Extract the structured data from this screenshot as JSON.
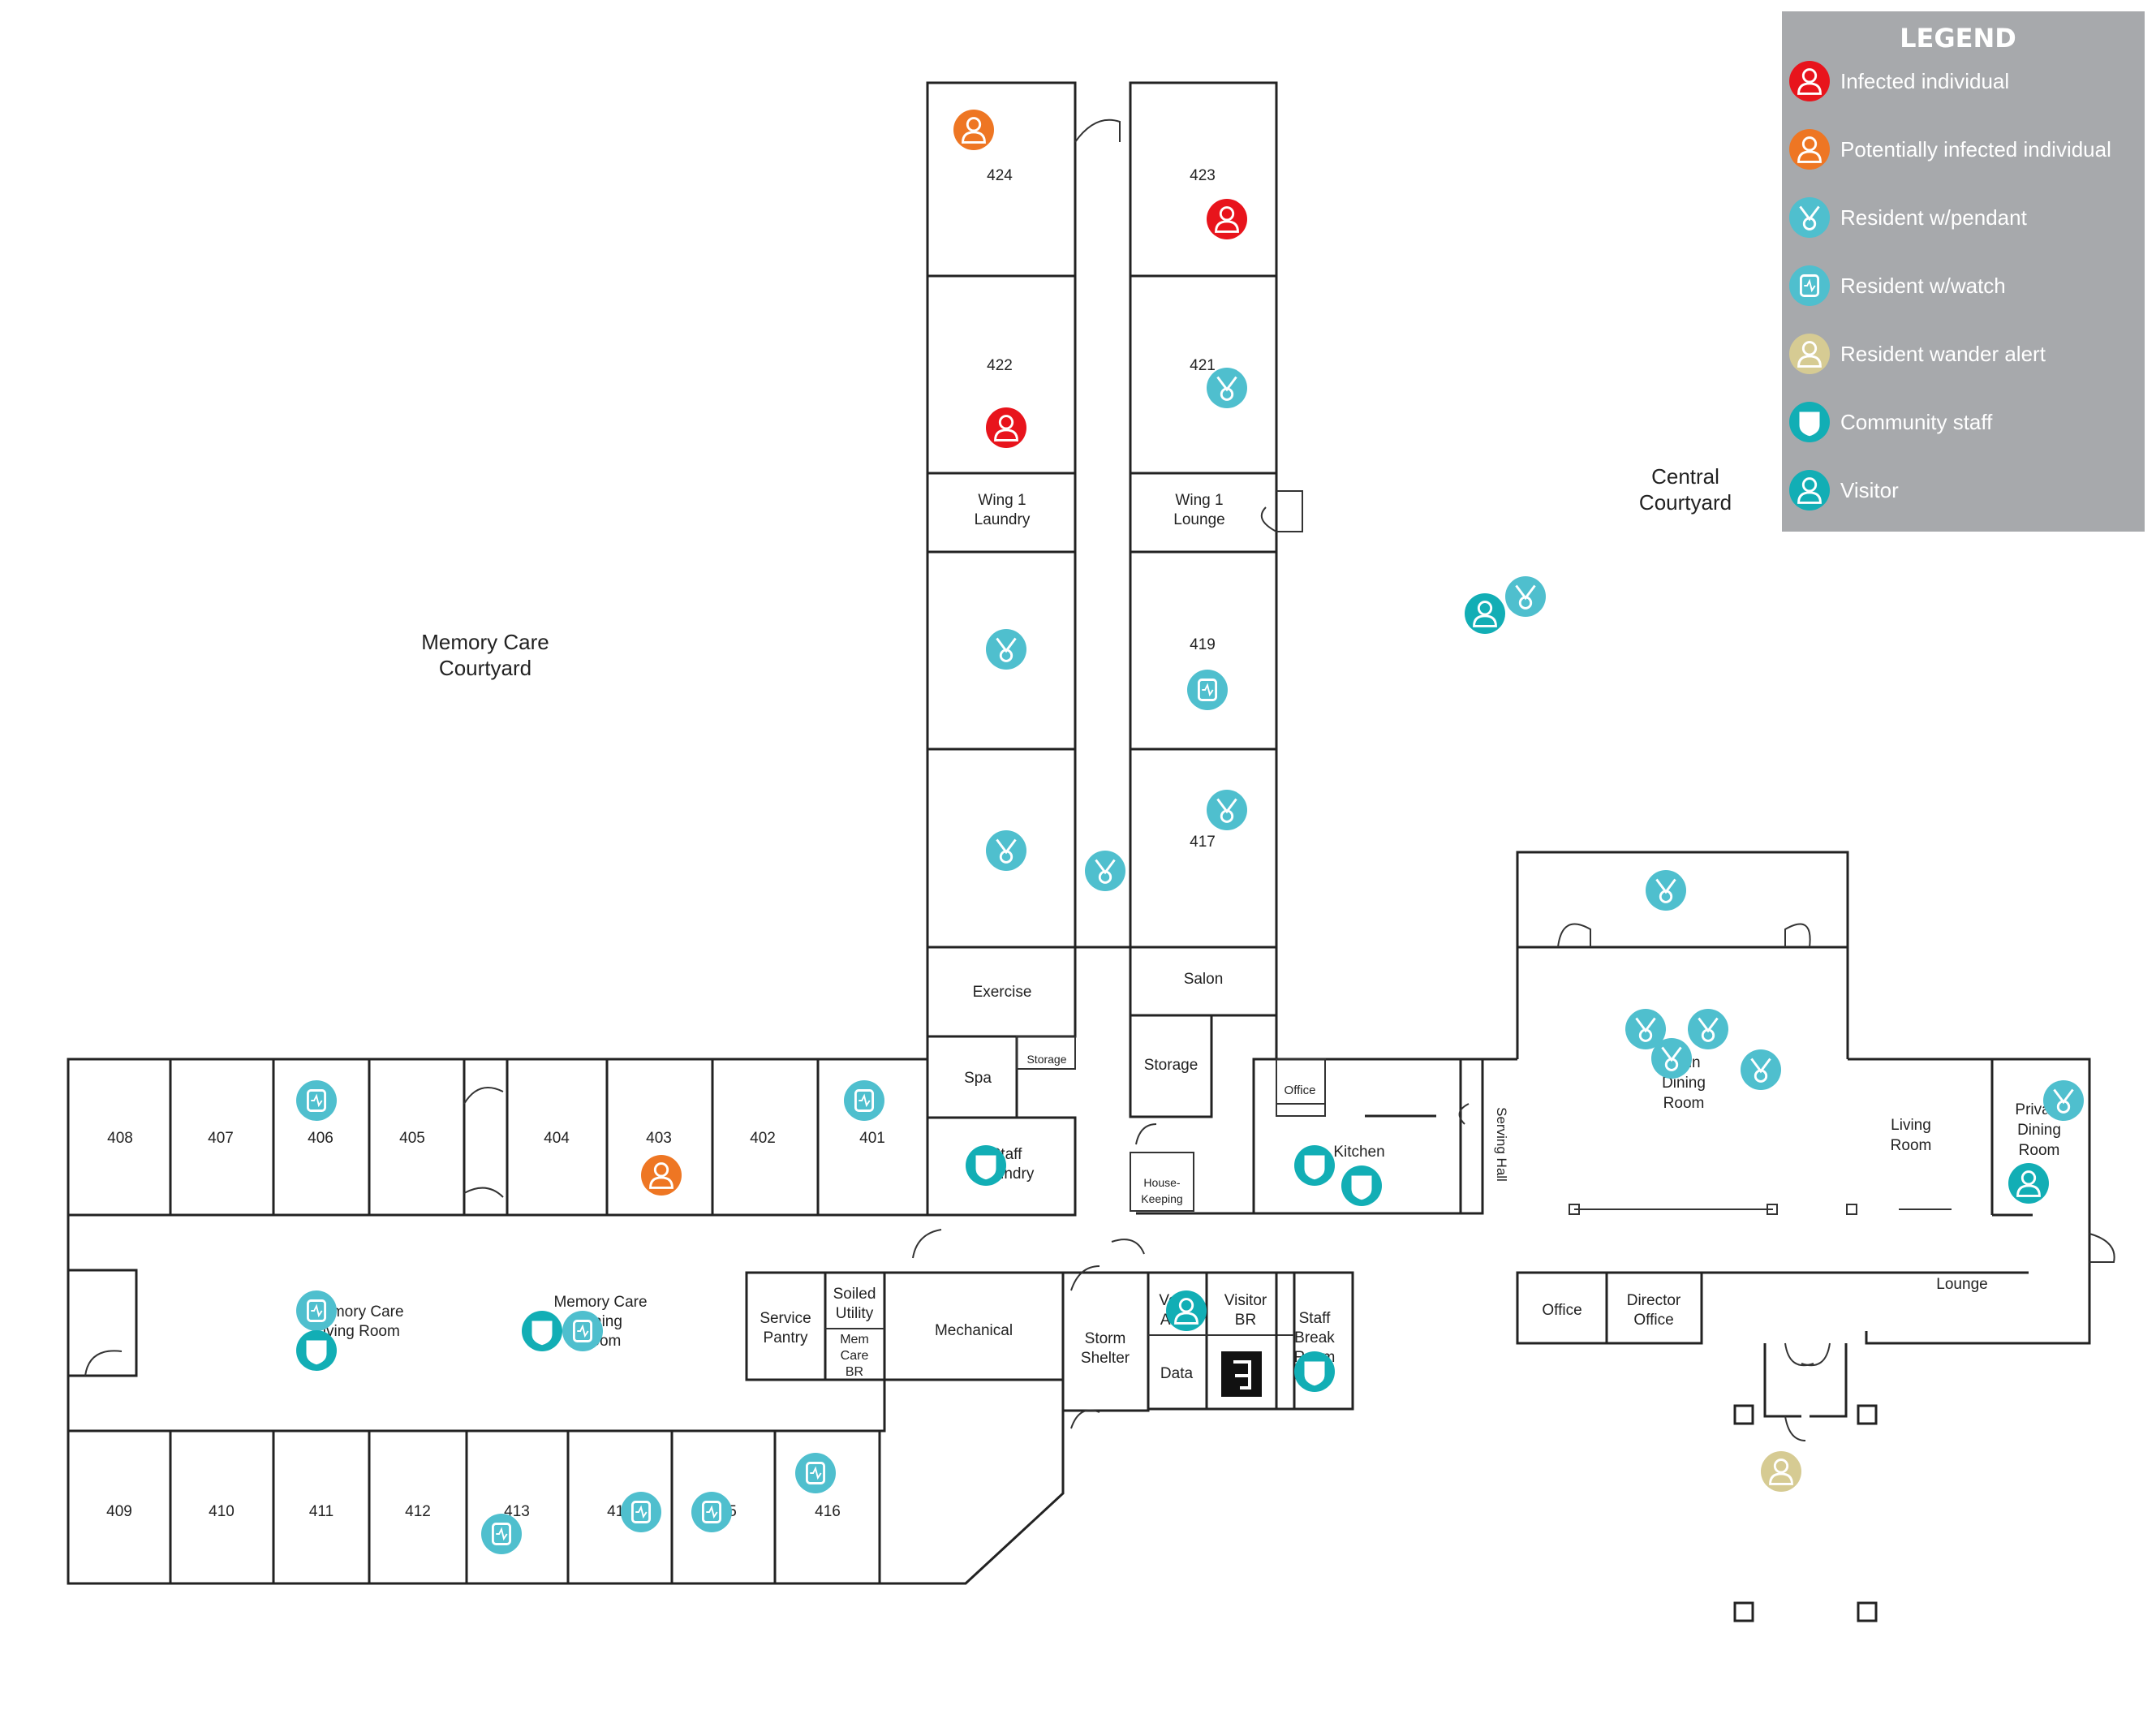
{
  "legend": {
    "title": "LEGEND",
    "items": [
      {
        "icon": "infected-icon",
        "label": "Infected individual",
        "color": "#e8141c"
      },
      {
        "icon": "potentially-infected-icon",
        "label": "Potentially infected individual",
        "color": "#ee7623"
      },
      {
        "icon": "pendant-icon",
        "label": "Resident w/pendant",
        "color": "#4fbfce"
      },
      {
        "icon": "watch-icon",
        "label": "Resident w/watch",
        "color": "#4fbfce"
      },
      {
        "icon": "wander-alert-icon",
        "label": "Resident wander alert",
        "color": "#d6cb93"
      },
      {
        "icon": "staff-icon",
        "label": "Community staff",
        "color": "#12aeb5"
      },
      {
        "icon": "visitor-icon",
        "label": "Visitor",
        "color": "#12aeb5"
      }
    ]
  },
  "areas": {
    "memory_care_courtyard": [
      "Memory Care",
      "Courtyard"
    ],
    "central_courtyard": [
      "Central",
      "Courtyard"
    ]
  },
  "rooms": {
    "r424": "424",
    "r423": "423",
    "r422": "422",
    "r421": "421",
    "wing1_laundry": [
      "Wing 1",
      "Laundry"
    ],
    "wing1_lounge": [
      "Wing 1",
      "Lounge"
    ],
    "r419": "419",
    "r417": "417",
    "exercise": "Exercise",
    "salon": "Salon",
    "spa": "Spa",
    "storage_small": "Storage",
    "storage": "Storage",
    "staff_laundry": [
      "Staff",
      "Laundry"
    ],
    "office_small": "Office",
    "housekeeping": [
      "House-",
      "Keeping"
    ],
    "kitchen": "Kitchen",
    "serving_hall": "Serving Hall",
    "main_dining": [
      "Main",
      "Dining",
      "Room"
    ],
    "living_room": [
      "Living",
      "Room"
    ],
    "private_dining": [
      "Private",
      "Dining",
      "Room"
    ],
    "lounge": "Lounge",
    "office": "Office",
    "director_office": [
      "Director",
      "Office"
    ],
    "r408": "408",
    "r407": "407",
    "r406": "406",
    "r405": "405",
    "r404": "404",
    "r403": "403",
    "r402": "402",
    "r401": "401",
    "mc_living": [
      "Memory Care",
      "Living Room"
    ],
    "mc_dining": [
      "Memory Care",
      "Dining",
      "Room"
    ],
    "service_pantry": [
      "Service",
      "Pantry"
    ],
    "soiled_utility": [
      "Soiled",
      "Utility"
    ],
    "mem_care_br": [
      "Mem",
      "Care",
      "BR"
    ],
    "mechanical": "Mechanical",
    "storm_shelter": [
      "Storm",
      "Shelter"
    ],
    "visitor_br": [
      "Visitor",
      "BR"
    ],
    "vending": [
      "Vend",
      "Area"
    ],
    "data": "Data",
    "staff_break": [
      "Staff",
      "Break",
      "Room"
    ],
    "r409": "409",
    "r410": "410",
    "r411": "411",
    "r412": "412",
    "r413": "413",
    "r414": "414",
    "r415": "415",
    "r416": "416"
  },
  "markers": [
    {
      "type": "potential"
    },
    {
      "type": "infected"
    },
    {
      "type": "infected"
    },
    {
      "type": "pendant"
    },
    {
      "type": "pendant"
    },
    {
      "type": "watch"
    },
    {
      "type": "pendant"
    },
    {
      "type": "pendant"
    },
    {
      "type": "pendant"
    },
    {
      "type": "visitor"
    },
    {
      "type": "pendant"
    },
    {
      "type": "pendant"
    },
    {
      "type": "pendant"
    },
    {
      "type": "pendant"
    },
    {
      "type": "pendant"
    },
    {
      "type": "pendant"
    },
    {
      "type": "pendant"
    },
    {
      "type": "visitor"
    },
    {
      "type": "watch"
    },
    {
      "type": "watch"
    },
    {
      "type": "potential"
    },
    {
      "type": "staff"
    },
    {
      "type": "staff"
    },
    {
      "type": "staff"
    },
    {
      "type": "watch"
    },
    {
      "type": "staff"
    },
    {
      "type": "staff"
    },
    {
      "type": "watch"
    },
    {
      "type": "visitor"
    },
    {
      "type": "staff"
    },
    {
      "type": "watch"
    },
    {
      "type": "watch"
    },
    {
      "type": "watch"
    },
    {
      "type": "watch"
    },
    {
      "type": "wander"
    }
  ]
}
